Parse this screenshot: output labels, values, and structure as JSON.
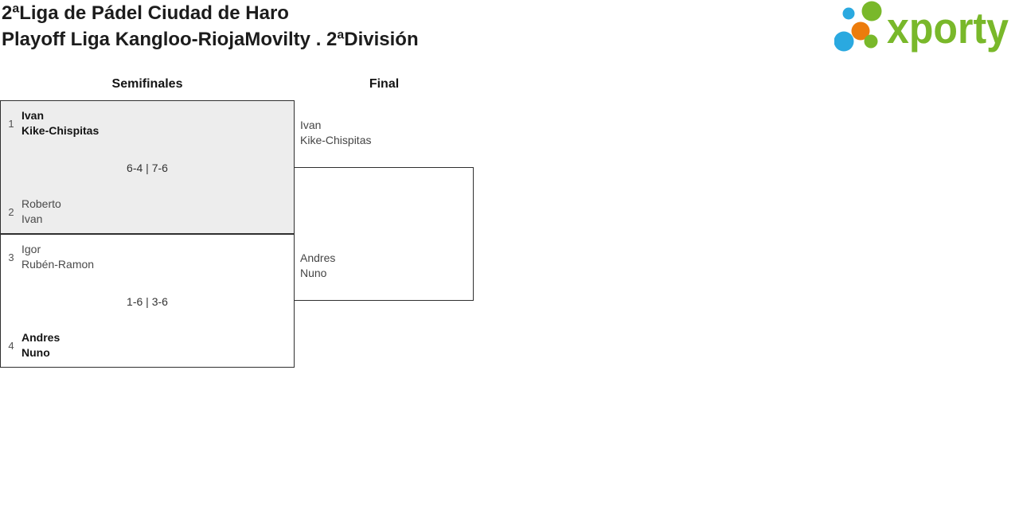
{
  "page": {
    "title_line1": "2ªLiga de Pádel Ciudad de Haro",
    "title_line2": "Playoff Liga Kangloo-RiojaMovilty . 2ªDivisión"
  },
  "logo": {
    "brand": "xporty",
    "colors": {
      "green": "#79b82a",
      "blue": "#2aa9e0",
      "orange": "#ec7c0c"
    }
  },
  "colors": {
    "highlight_match_bg": "#ededed",
    "bracket_border": "#2f2f2f"
  },
  "bracket": {
    "rounds": [
      "Semifinales",
      "Final"
    ],
    "semifinal_1": {
      "team_top": {
        "seed": "1",
        "line1": "Ivan",
        "line2": "Kike-Chispitas",
        "winner": true
      },
      "score": "6-4 | 7-6",
      "team_bottom": {
        "seed": "2",
        "line1": "Roberto",
        "line2": "Ivan",
        "winner": false
      }
    },
    "semifinal_2": {
      "team_top": {
        "seed": "3",
        "line1": "Igor",
        "line2": "Rubén-Ramon",
        "winner": false
      },
      "score": "1-6 | 3-6",
      "team_bottom": {
        "seed": "4",
        "line1": "Andres",
        "line2": "Nuno",
        "winner": true
      }
    },
    "final": {
      "team_top": {
        "line1": "Ivan",
        "line2": "Kike-Chispitas"
      },
      "team_bottom": {
        "line1": "Andres",
        "line2": "Nuno"
      },
      "score": ""
    }
  }
}
